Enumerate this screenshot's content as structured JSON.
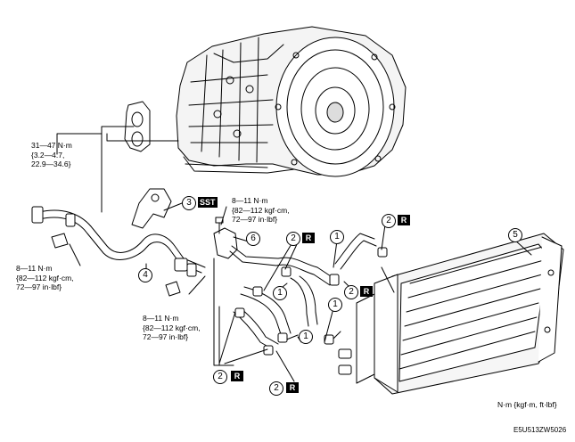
{
  "torque": {
    "case_mount": [
      "31—47 N·m",
      "{3.2—4.7,",
      "22.9—34.6}"
    ],
    "spec_8_11": [
      "8—11 N·m",
      "{82—112 kgf·cm,",
      "72—97 in·lbf}"
    ]
  },
  "callouts": {
    "pipe_hose": "1",
    "clamp": "2",
    "bracket": "3",
    "tube": "4",
    "oil_cooler": "5",
    "fitting": "6"
  },
  "badges": {
    "sst": "SST",
    "replace": "R"
  },
  "units_note": "N·m {kgf·m, ft·lbf}",
  "figure_id": "E5U513ZW5026",
  "colors": {
    "line": "#000000",
    "background": "#ffffff"
  }
}
